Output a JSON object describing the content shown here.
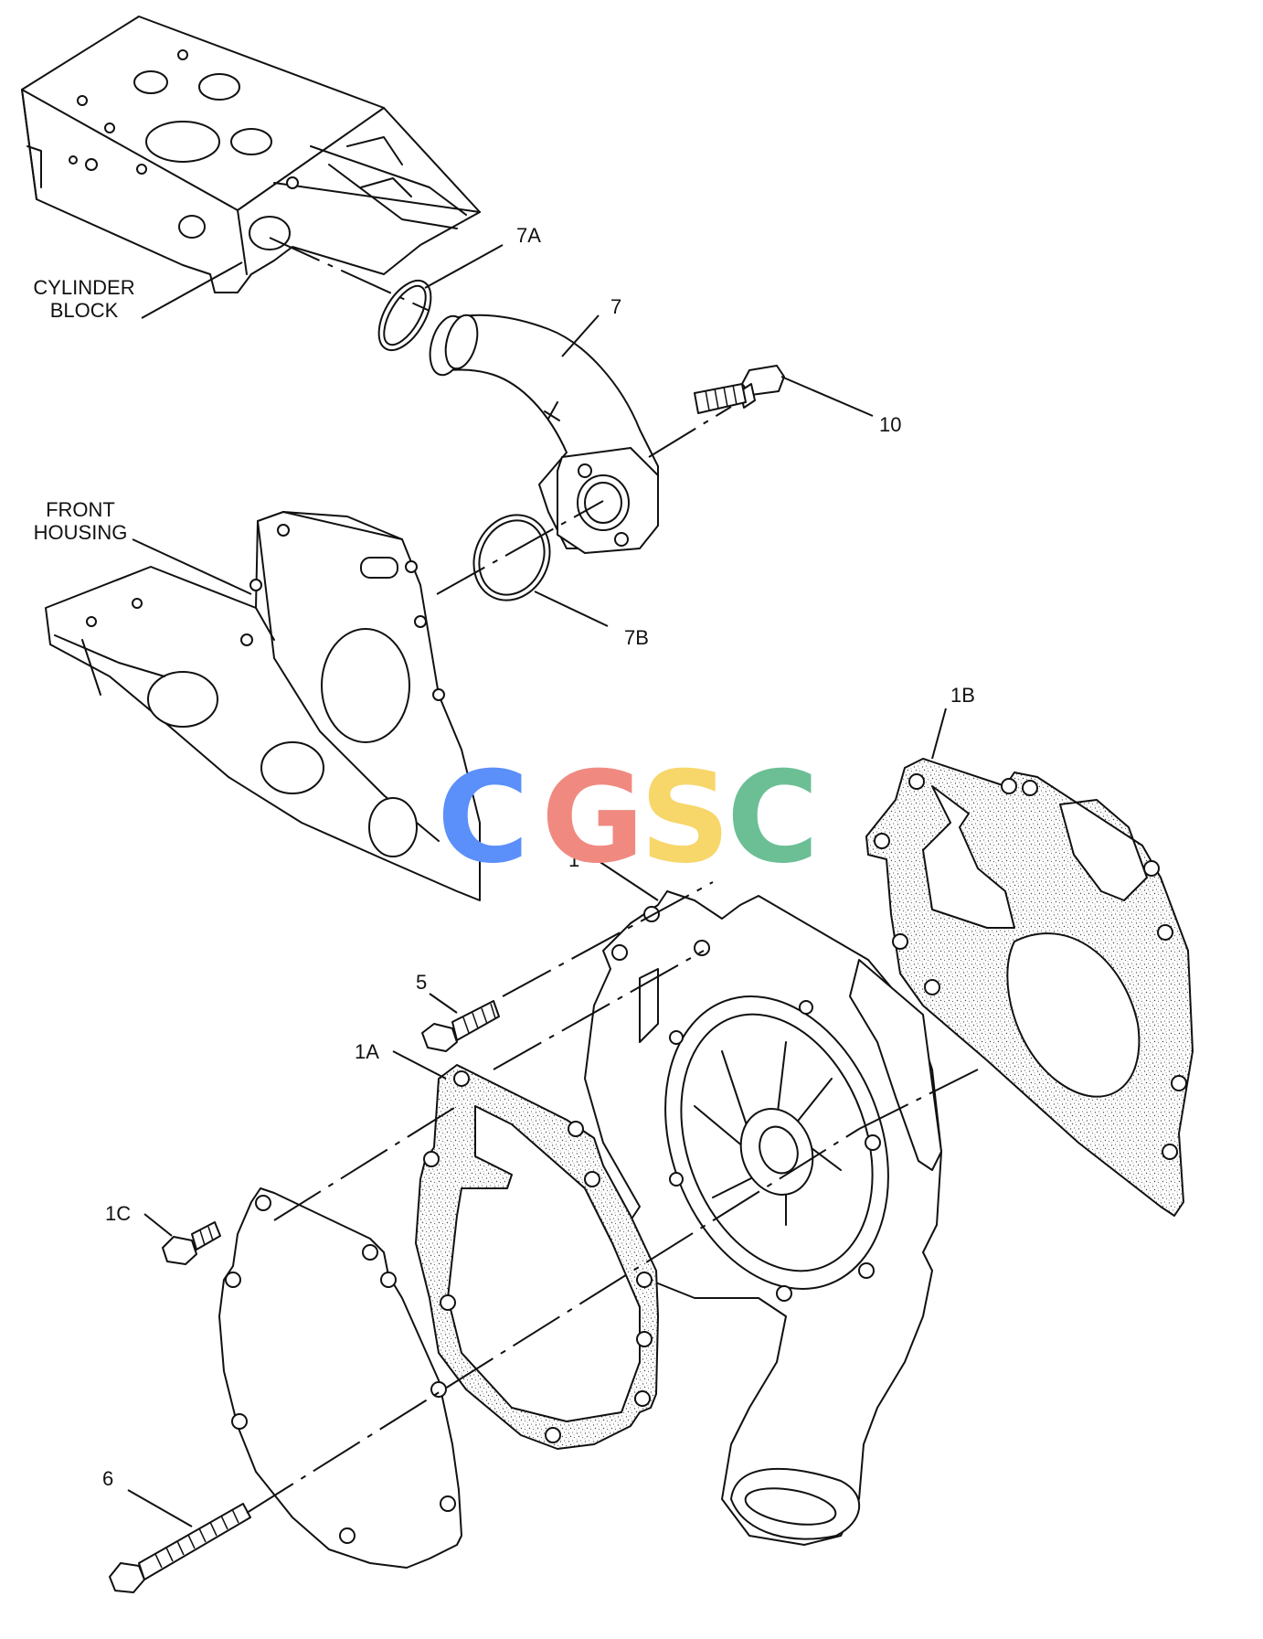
{
  "labels": {
    "cylinder_block_line1": "CYLINDER",
    "cylinder_block_line2": "BLOCK",
    "front_housing_line1": "FRONT",
    "front_housing_line2": "HOUSING",
    "c7a": "7A",
    "c7": "7",
    "c10": "10",
    "c7b": "7B",
    "c1b": "1B",
    "c1": "1",
    "c5": "5",
    "c1a": "1A",
    "c1c": "1C",
    "c6": "6"
  },
  "watermark": {
    "letters": [
      "C",
      "G",
      "S",
      "C"
    ],
    "colors": [
      "#5b8ff9",
      "#f08a80",
      "#f7d66a",
      "#6cbf95"
    ]
  }
}
